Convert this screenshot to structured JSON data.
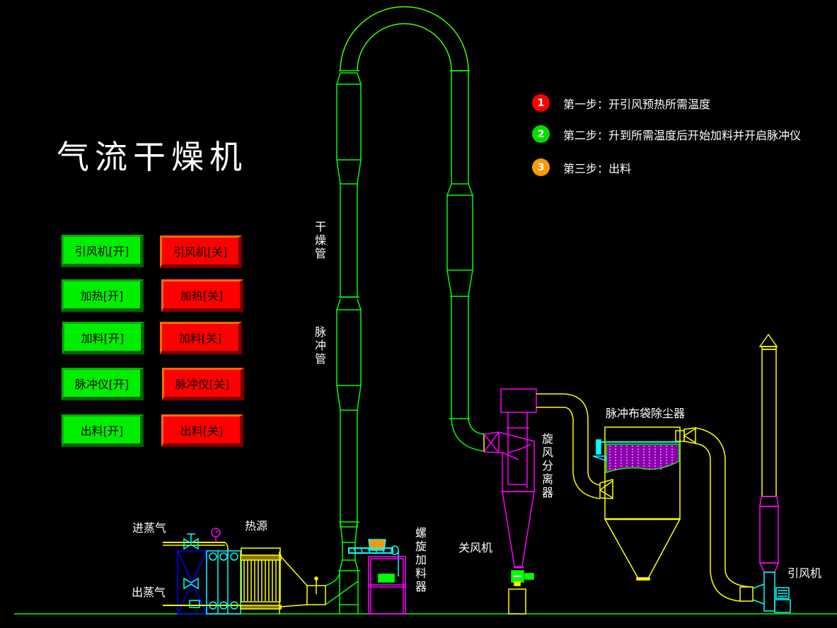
{
  "title": "气流干燥机",
  "steps": [
    {
      "num": "1",
      "text": "第一步：开引风预热所需温度",
      "color": "#ff0000"
    },
    {
      "num": "2",
      "text": "第二步：升到所需温度后开始加料并开启脉冲仪",
      "color": "#00dd00"
    },
    {
      "num": "3",
      "text": "第三步：出料",
      "color": "#ff9900"
    }
  ],
  "controls": [
    {
      "on": "引风机[开]",
      "off": "引风机[关]"
    },
    {
      "on": "加热[开]",
      "off": "加热[关]"
    },
    {
      "on": "加料[开]",
      "off": "加料[关]"
    },
    {
      "on": "脉冲仪[开]",
      "off": "脉冲仪[关]"
    },
    {
      "on": "出料[开]",
      "off": "出料[关]"
    }
  ],
  "labels": {
    "drying_pipe": "干燥管",
    "pulse_pipe": "脉冲管",
    "steam_in": "进蒸气",
    "steam_out": "出蒸气",
    "heat_source": "热源",
    "screw_feeder": "螺旋加料器",
    "air_lock": "关风机",
    "cyclone": "旋风分离器",
    "bag_filter": "脉冲布袋除尘器",
    "induced_fan": "引风机"
  },
  "colors": {
    "pipe_green": "#00ff00",
    "duct_yellow": "#ffff00",
    "equipment_magenta": "#ff00ff",
    "accent_cyan": "#00ffff",
    "frame_blue": "#0000ff",
    "hopper_orange": "#ff9900"
  }
}
